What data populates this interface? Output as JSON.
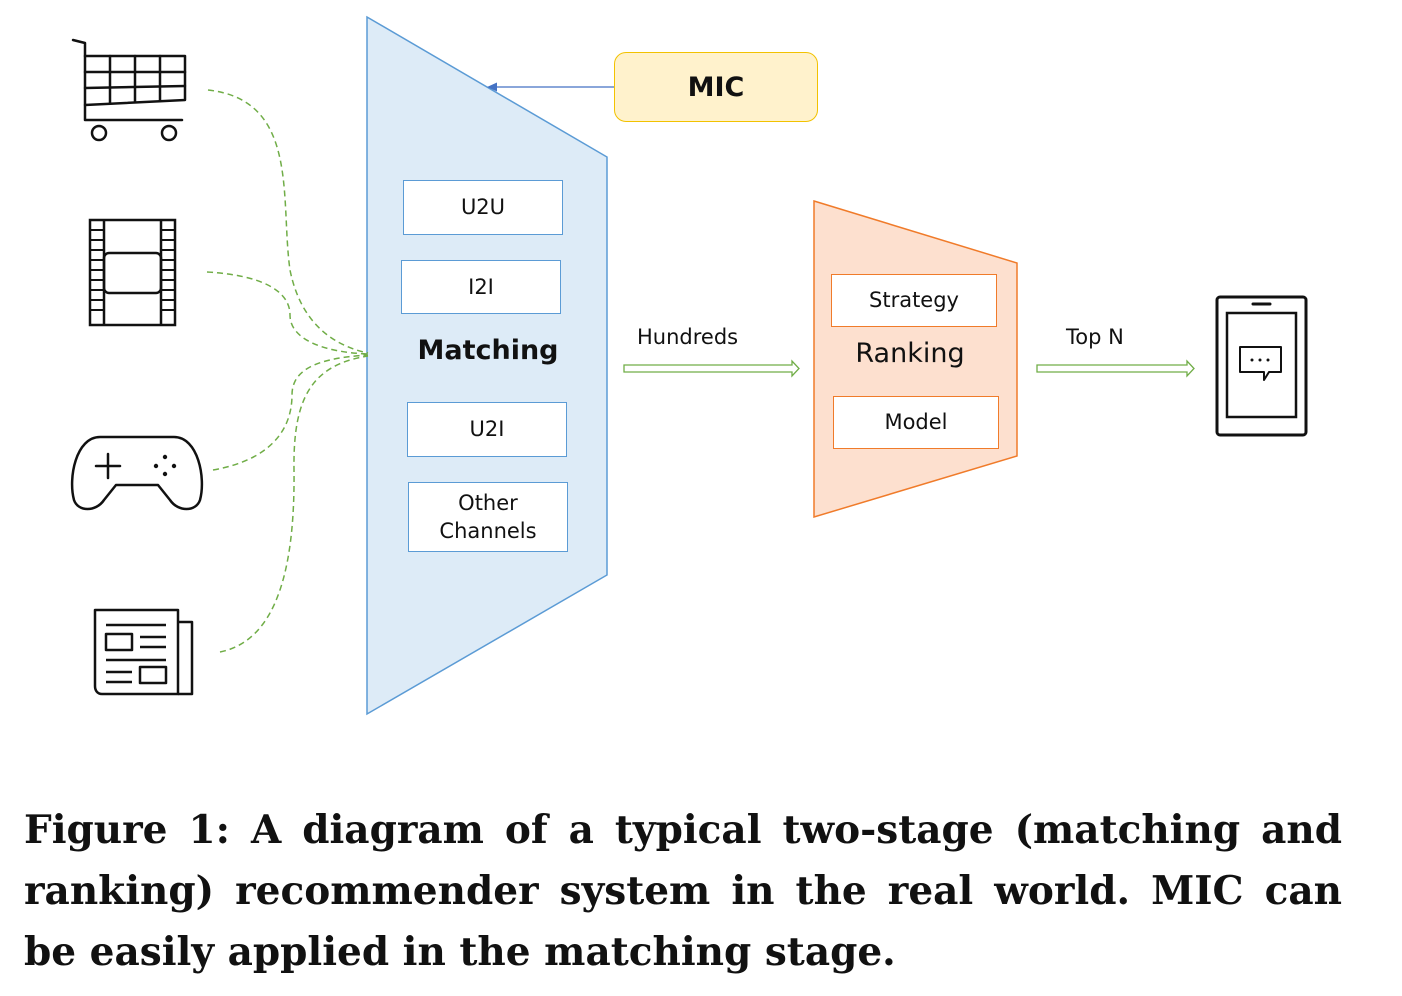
{
  "sources": [
    {
      "icon": "shopping-cart-icon"
    },
    {
      "icon": "film-strip-icon"
    },
    {
      "icon": "gamepad-icon"
    },
    {
      "icon": "newspaper-icon"
    }
  ],
  "mic": {
    "label": "MIC",
    "fill": "#fff2cc",
    "border": "#f2c200"
  },
  "matching": {
    "title": "Matching",
    "channels": [
      "U2U",
      "I2I",
      "U2I",
      "Other Channels"
    ],
    "fill": "#ddebf7",
    "border": "#5b9bd5"
  },
  "ranking": {
    "title": "Ranking",
    "components": [
      "Strategy",
      "Model"
    ],
    "fill": "#fde0cf",
    "border": "#f07b2a"
  },
  "flows": {
    "matching_to_ranking": "Hundreds",
    "ranking_to_device": "Top N",
    "arrow_color": "#70ad47"
  },
  "device": {
    "icon": "tablet-chat-icon"
  },
  "caption": "Figure 1: A diagram of a typical two-stage (matching and ranking) recommender system in the real world. MIC can be easily applied in the matching stage."
}
